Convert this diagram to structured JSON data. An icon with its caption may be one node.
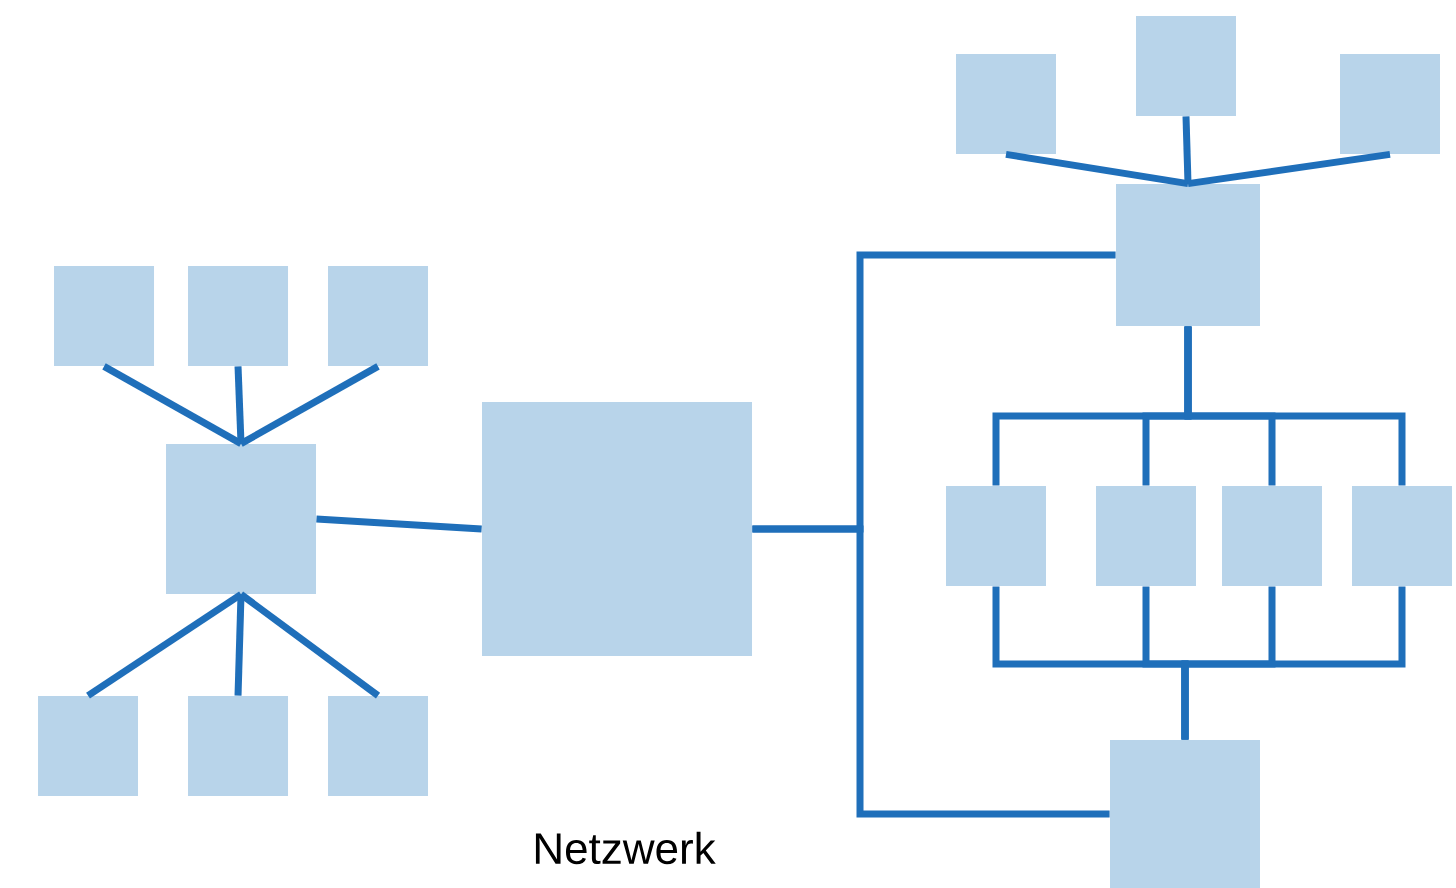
{
  "diagram": {
    "nodes": [
      {
        "text": [],
        "shape": "box"
      },
      {
        "text": [],
        "shape": "box"
      },
      {
        "text": [],
        "shape": "box"
      },
      {
        "text": [],
        "shape": "box"
      },
      {
        "text": [],
        "shape": "box"
      },
      {
        "text": [],
        "shape": "box"
      },
      {
        "text": [],
        "shape": "box"
      },
      {
        "text": [],
        "shape": "box"
      },
      {
        "text": [],
        "shape": "box"
      },
      {
        "text": [],
        "shape": "box"
      },
      {
        "text": [],
        "shape": "box"
      },
      {
        "text": [],
        "shape": "box"
      },
      {
        "text": [],
        "shape": "box"
      },
      {
        "text": [],
        "shape": "box"
      },
      {
        "text": [],
        "shape": "box"
      },
      {
        "text": [],
        "shape": "box"
      },
      {
        "text": [],
        "shape": "box"
      }
    ],
    "edges": [
      {
        "from": 0,
        "to": 3,
        "arrow": "none"
      },
      {
        "from": 1,
        "to": 3,
        "arrow": "none"
      },
      {
        "from": 2,
        "to": 3,
        "arrow": "none"
      },
      {
        "from": 3,
        "to": 4,
        "arrow": "none"
      },
      {
        "from": 3,
        "to": 5,
        "arrow": "none"
      },
      {
        "from": 3,
        "to": 6,
        "arrow": "none"
      },
      {
        "from": 3,
        "to": 7,
        "arrow": "none"
      },
      {
        "from": 7,
        "to": 11,
        "arrow": "none"
      },
      {
        "from": 7,
        "to": 16,
        "arrow": "none"
      },
      {
        "from": 8,
        "to": 11,
        "arrow": "none"
      },
      {
        "from": 9,
        "to": 11,
        "arrow": "none"
      },
      {
        "from": 10,
        "to": 11,
        "arrow": "none"
      },
      {
        "from": 11,
        "to": 12,
        "arrow": "none"
      },
      {
        "from": 11,
        "to": 13,
        "arrow": "none"
      },
      {
        "from": 11,
        "to": 14,
        "arrow": "none"
      },
      {
        "from": 11,
        "to": 15,
        "arrow": "none"
      },
      {
        "from": 12,
        "to": 16,
        "arrow": "none"
      },
      {
        "from": 13,
        "to": 16,
        "arrow": "none"
      },
      {
        "from": 14,
        "to": 16,
        "arrow": "none"
      },
      {
        "from": 15,
        "to": 16,
        "arrow": "none"
      }
    ],
    "labels": [
      "Netzwerk"
    ]
  }
}
